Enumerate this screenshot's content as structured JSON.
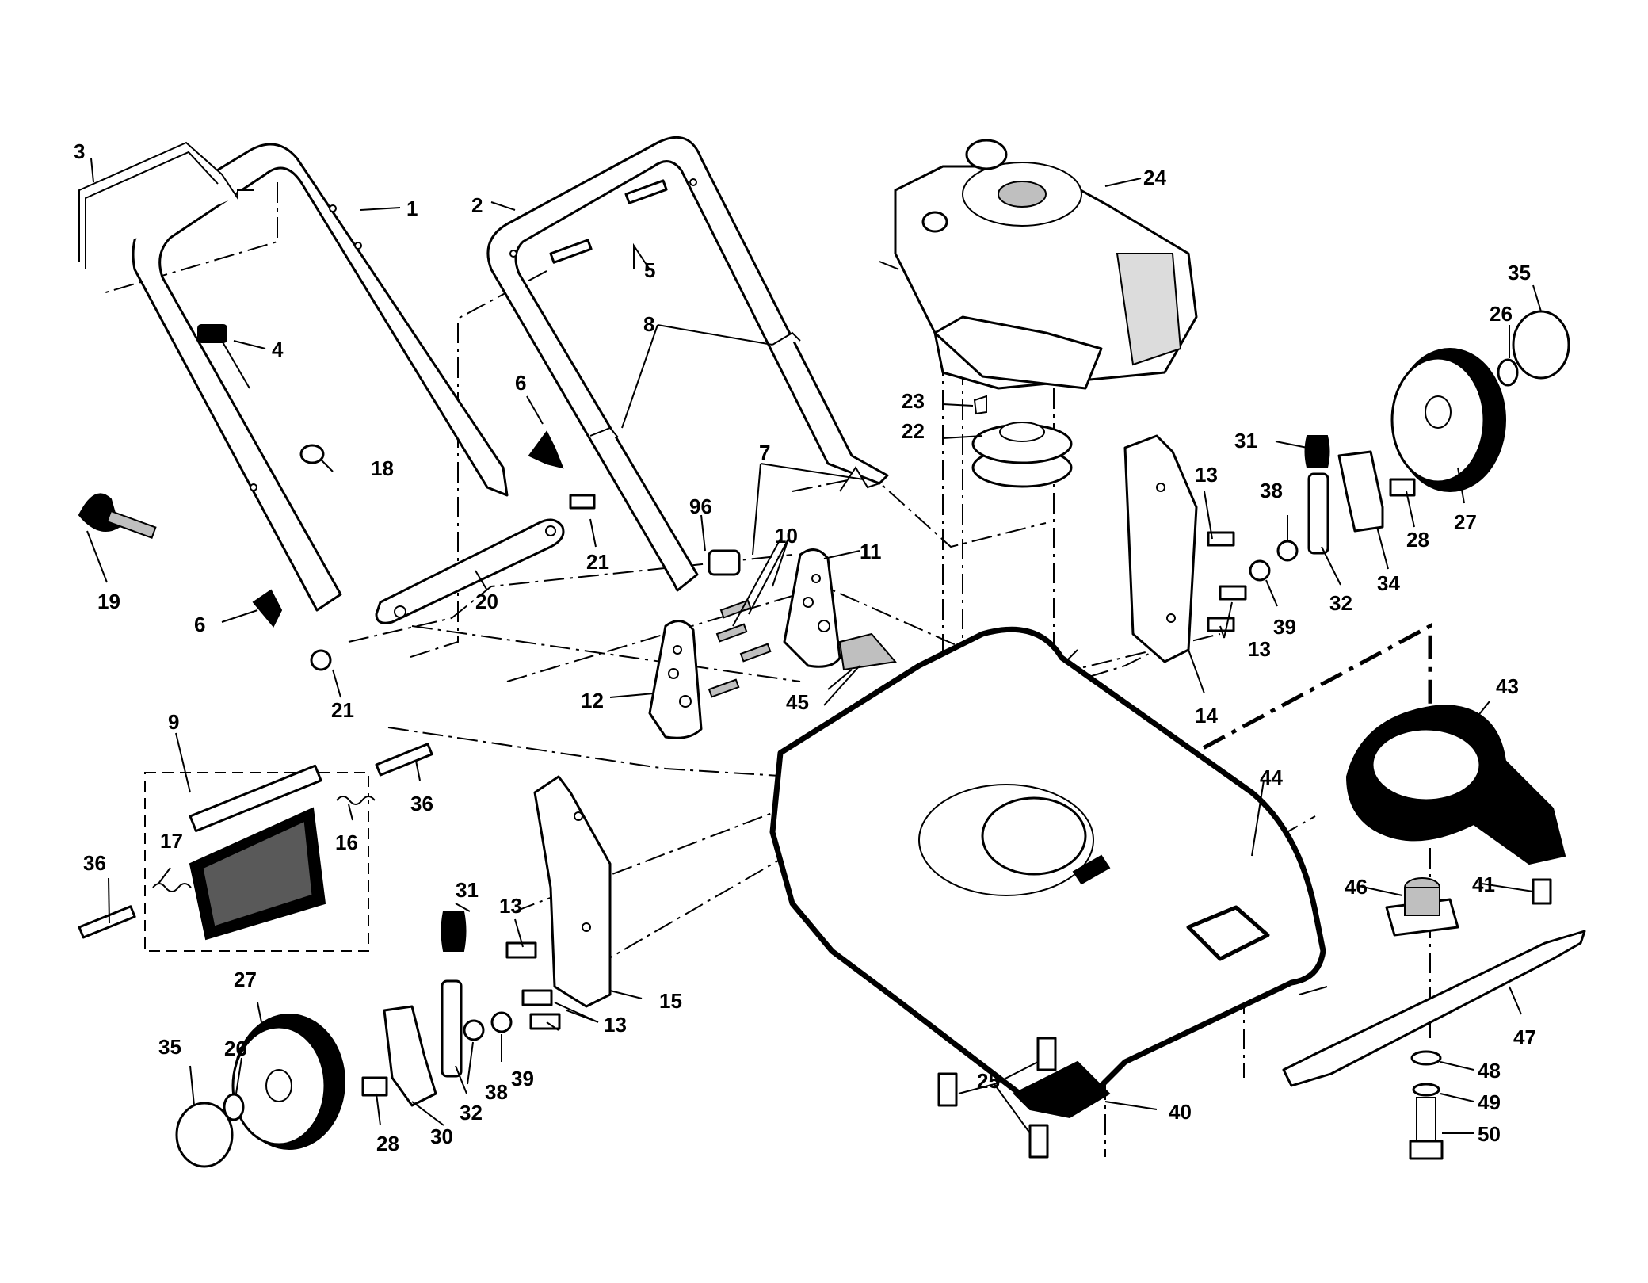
{
  "callouts": [
    {
      "id": "c1",
      "label": "1"
    },
    {
      "id": "c2",
      "label": "2"
    },
    {
      "id": "c3",
      "label": "3"
    },
    {
      "id": "c4",
      "label": "4"
    },
    {
      "id": "c5",
      "label": "5"
    },
    {
      "id": "c6a",
      "label": "6"
    },
    {
      "id": "c6b",
      "label": "6"
    },
    {
      "id": "c7",
      "label": "7"
    },
    {
      "id": "c8",
      "label": "8"
    },
    {
      "id": "c9",
      "label": "9"
    },
    {
      "id": "c10",
      "label": "10"
    },
    {
      "id": "c11",
      "label": "11"
    },
    {
      "id": "c12",
      "label": "12"
    },
    {
      "id": "c13a",
      "label": "13"
    },
    {
      "id": "c13b",
      "label": "13"
    },
    {
      "id": "c13c",
      "label": "13"
    },
    {
      "id": "c13d",
      "label": "13"
    },
    {
      "id": "c14",
      "label": "14"
    },
    {
      "id": "c15",
      "label": "15"
    },
    {
      "id": "c16",
      "label": "16"
    },
    {
      "id": "c17",
      "label": "17"
    },
    {
      "id": "c18",
      "label": "18"
    },
    {
      "id": "c19",
      "label": "19"
    },
    {
      "id": "c20",
      "label": "20"
    },
    {
      "id": "c21a",
      "label": "21"
    },
    {
      "id": "c21b",
      "label": "21"
    },
    {
      "id": "c22",
      "label": "22"
    },
    {
      "id": "c23",
      "label": "23"
    },
    {
      "id": "c24",
      "label": "24"
    },
    {
      "id": "c25",
      "label": "25"
    },
    {
      "id": "c26a",
      "label": "26"
    },
    {
      "id": "c26b",
      "label": "26"
    },
    {
      "id": "c27a",
      "label": "27"
    },
    {
      "id": "c27b",
      "label": "27"
    },
    {
      "id": "c28a",
      "label": "28"
    },
    {
      "id": "c28b",
      "label": "28"
    },
    {
      "id": "c30",
      "label": "30"
    },
    {
      "id": "c31a",
      "label": "31"
    },
    {
      "id": "c31b",
      "label": "31"
    },
    {
      "id": "c32a",
      "label": "32"
    },
    {
      "id": "c32b",
      "label": "32"
    },
    {
      "id": "c34",
      "label": "34"
    },
    {
      "id": "c35a",
      "label": "35"
    },
    {
      "id": "c35b",
      "label": "35"
    },
    {
      "id": "c36a",
      "label": "36"
    },
    {
      "id": "c36b",
      "label": "36"
    },
    {
      "id": "c38a",
      "label": "38"
    },
    {
      "id": "c38b",
      "label": "38"
    },
    {
      "id": "c39a",
      "label": "39"
    },
    {
      "id": "c39b",
      "label": "39"
    },
    {
      "id": "c40",
      "label": "40"
    },
    {
      "id": "c41",
      "label": "41"
    },
    {
      "id": "c43",
      "label": "43"
    },
    {
      "id": "c44",
      "label": "44"
    },
    {
      "id": "c45",
      "label": "45"
    },
    {
      "id": "c46",
      "label": "46"
    },
    {
      "id": "c47",
      "label": "47"
    },
    {
      "id": "c48",
      "label": "48"
    },
    {
      "id": "c49",
      "label": "49"
    },
    {
      "id": "c50",
      "label": "50"
    },
    {
      "id": "c96",
      "label": "96"
    }
  ]
}
